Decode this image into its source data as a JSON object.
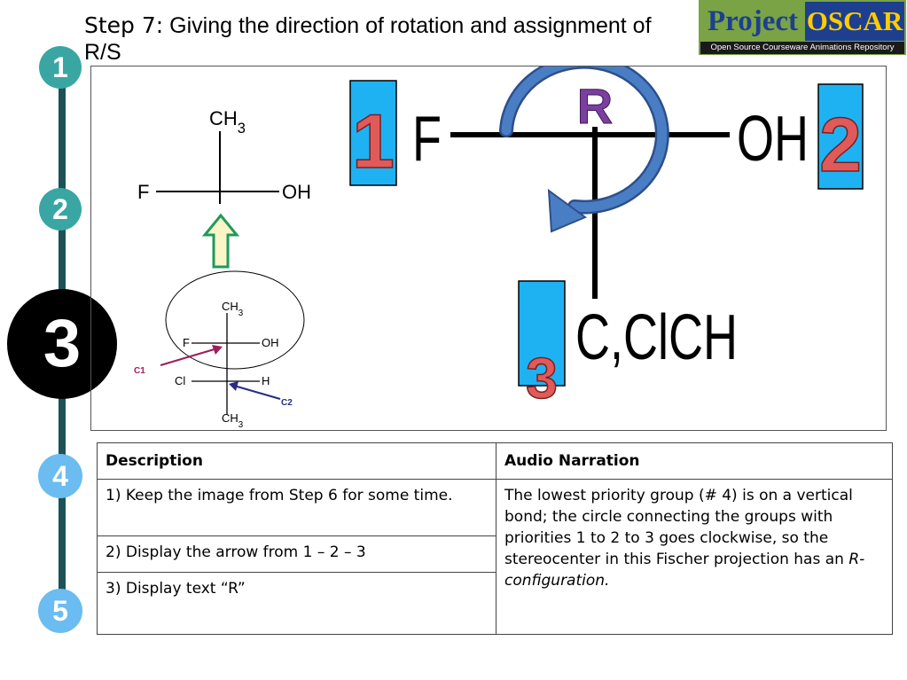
{
  "title": {
    "step": "Step 7:",
    "text": "Giving the direction of rotation and assignment of R/S"
  },
  "logo": {
    "project": "Project",
    "oscar": "OSCAR",
    "subtitle": "Open Source Courseware Animations Repository"
  },
  "steps": [
    "1",
    "2",
    "3",
    "4",
    "5"
  ],
  "current_step": "3",
  "colors": {
    "timeline": "#1d5157",
    "step_inactive": "#3aa6a3",
    "step_inactive_light": "#6bbcf0",
    "step_active": "#000000",
    "priority_box": "#1fb2f2",
    "priority_number": "#e05a5a",
    "rotation_arrow": "#4a7ec4",
    "r_label": "#7b3fa0",
    "c1_arrow": "#9c1f5c",
    "c2_arrow": "#2a2a8a",
    "up_arrow_fill": "#fbf5c8",
    "up_arrow_stroke": "#1f9a5c"
  },
  "small_fischer": {
    "top": "CH3",
    "left": "F",
    "right": "OH"
  },
  "zoom_fischer": {
    "top": "CH3",
    "row1_left": "F",
    "row1_right": "OH",
    "row2_left": "Cl",
    "row2_right": "H",
    "bottom": "CH3",
    "c1_label": "C1",
    "c2_label": "C2"
  },
  "large_fischer": {
    "left": "F",
    "right": "OH",
    "bottom": "C,ClCH",
    "priority_left": "1",
    "priority_right": "2",
    "priority_bottom": "3",
    "configuration": "R"
  },
  "table": {
    "headers": [
      "Description",
      "Audio Narration"
    ],
    "rows": [
      "1) Keep the image from Step 6 for some time.",
      "2) Display the arrow from 1 – 2 – 3",
      "3) Display text “R”"
    ],
    "narration": "The lowest priority group (# 4) is on a vertical bond; the circle connecting the groups with priorities 1 to 2 to 3 goes clockwise, so the stereocenter in this Fischer projection has an",
    "narration_em": "R-configuration."
  }
}
